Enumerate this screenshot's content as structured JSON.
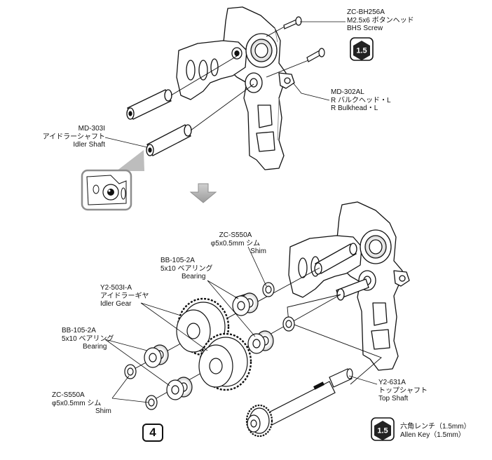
{
  "top_labels": {
    "screw": [
      "ZC-BH256A",
      "M2.5x6 ボタンヘッド",
      "BHS Screw"
    ],
    "bulkhead": [
      "MD-302AL",
      "R バルクヘッド・L",
      "R Bulkhead・L"
    ],
    "idler_shaft": [
      "MD-303I",
      "アイドラーシャフト",
      "Idler Shaft"
    ]
  },
  "bottom_labels": {
    "shim_top": [
      "ZC-S550A",
      "φ5x0.5mm シム",
      "Shim"
    ],
    "bearing_top": [
      "BB-105-2A",
      "5x10 ベアリング",
      "Bearing"
    ],
    "idler_gear": [
      "Y2-503I-A",
      "アイドラーギヤ",
      "Idler Gear"
    ],
    "bearing_left": [
      "BB-105-2A",
      "5x10 ベアリング",
      "Bearing"
    ],
    "shim_left": [
      "ZC-S550A",
      "φ5x0.5mm シム",
      "Shim"
    ],
    "top_shaft": [
      "Y2-631A",
      "トップシャフト",
      "Top Shaft"
    ]
  },
  "hex_badge": "1.5",
  "step_number": "4",
  "tool": [
    "六角レンチ（1.5mm）",
    "Allen Key（1.5mm）"
  ],
  "colors": {
    "line": "#111111",
    "part_fill": "#ffffff",
    "shade": "#9a9a9a",
    "badge": "#222222",
    "arrow": "#b5b5b5"
  }
}
